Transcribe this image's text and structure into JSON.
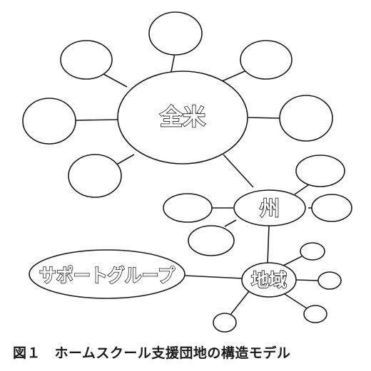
{
  "diagram": {
    "nodes": {
      "zenbei": "全米",
      "shu": "州",
      "chiiki": "地域",
      "support_group": "サポートグループ"
    }
  },
  "caption": "図１　ホームスクール支援団地の構造モデル"
}
